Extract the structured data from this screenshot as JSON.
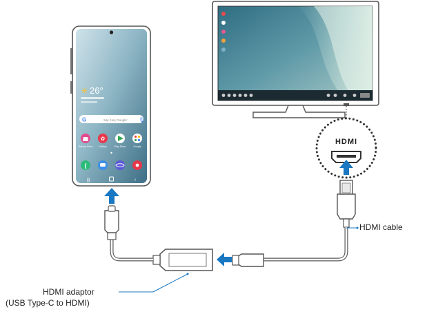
{
  "labels": {
    "hdmi_cable": "HDMI cable",
    "hdmi_adaptor_line1": "HDMI adaptor",
    "hdmi_adaptor_line2": "(USB Type-C to HDMI)",
    "hdmi_logo": "HDMI"
  },
  "phone": {
    "temperature": "26°",
    "search_placeholder": "Say 'Hey Google'",
    "apps": [
      "Galaxy Store",
      "Gallery",
      "Play Store",
      "Google"
    ]
  },
  "colors": {
    "arrow_blue": "#1a78c2",
    "callout_line": "#1a78c2",
    "outline": "#555555"
  }
}
